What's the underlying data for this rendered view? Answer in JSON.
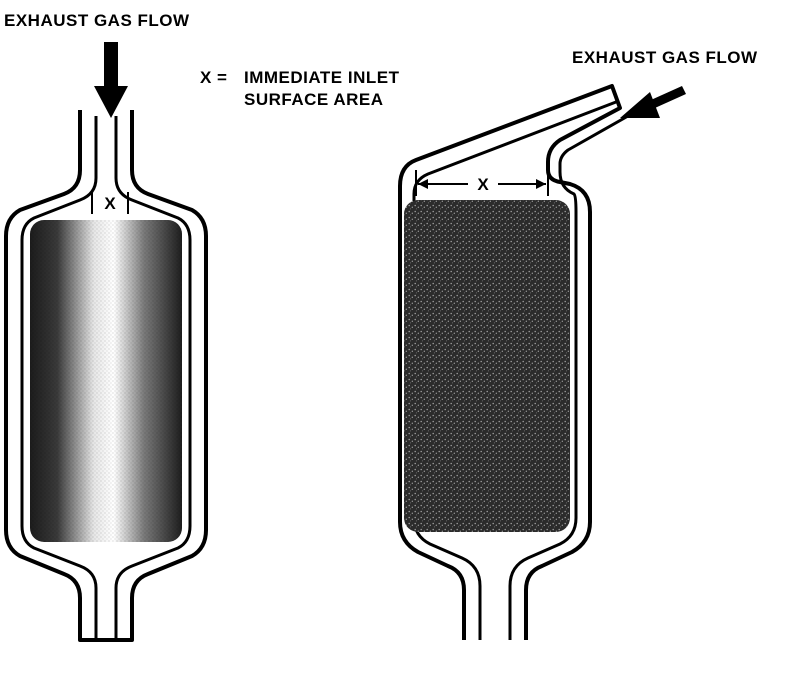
{
  "labels": {
    "flow_left": "EXHAUST GAS FLOW",
    "flow_right": "EXHAUST GAS FLOW",
    "legend_symbol": "X =",
    "legend_line1": "IMMEDIATE INLET",
    "legend_line2": "SURFACE AREA",
    "x_marker_left": "X",
    "x_marker_right": "X"
  },
  "colors": {
    "ink": "#000000",
    "background": "#ffffff"
  }
}
